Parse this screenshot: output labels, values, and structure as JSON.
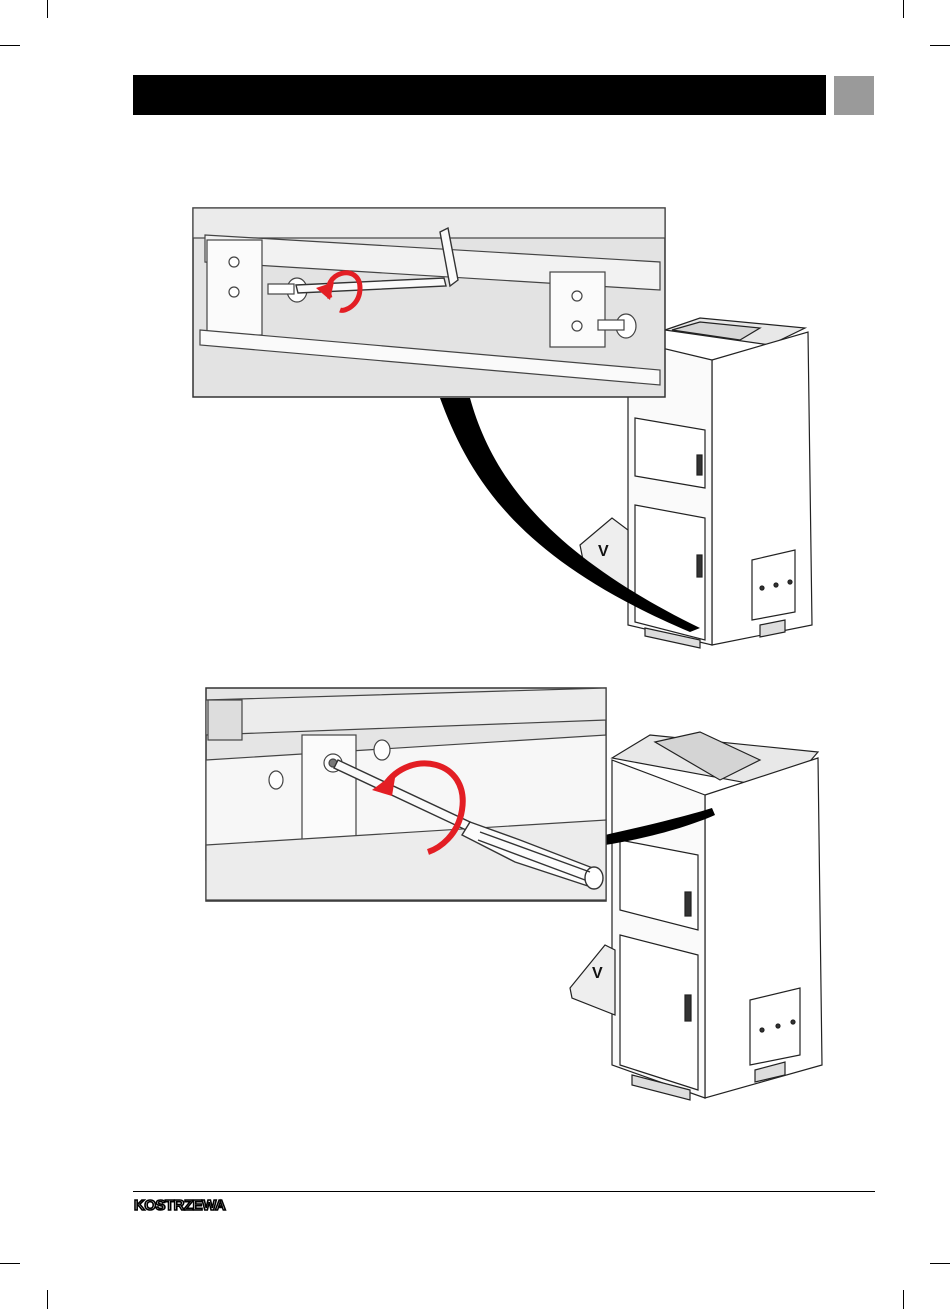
{
  "header": {
    "bar_color": "#000000",
    "tab_color": "#9a9a9a"
  },
  "figures": [
    {
      "name": "figure-allen-key-bolt",
      "icon": "allen-key-icon",
      "arrow_color": "#e31e24"
    },
    {
      "name": "figure-screwdriver-bolt",
      "icon": "screwdriver-icon",
      "arrow_color": "#e31e24"
    }
  ],
  "footer": {
    "logo_text": "KOSTRZEWA"
  }
}
